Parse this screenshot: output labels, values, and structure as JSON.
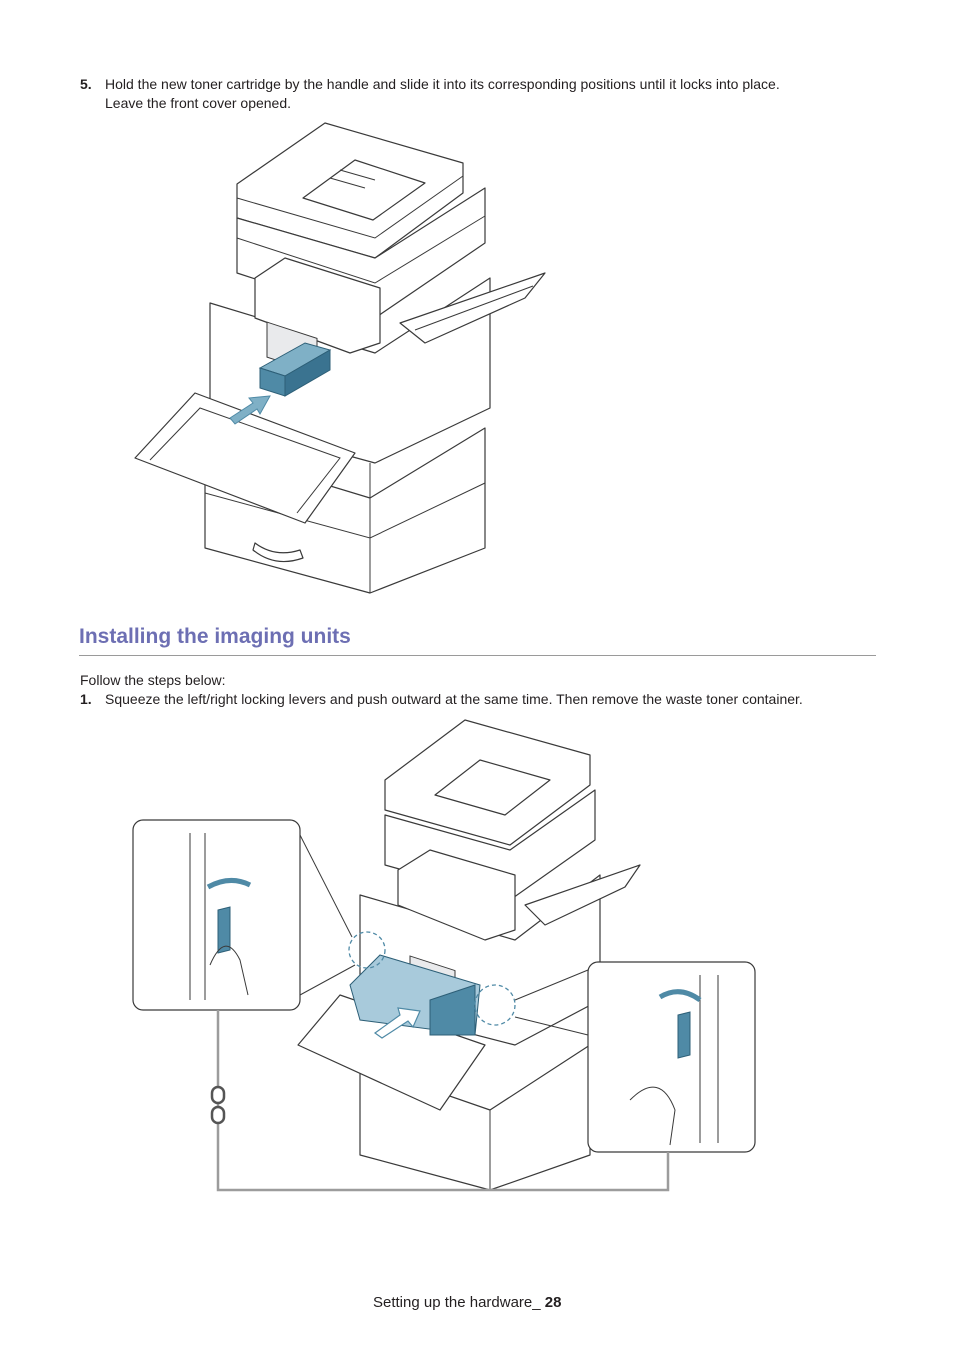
{
  "steps_top": [
    {
      "number": "5.",
      "lines": [
        "Hold the new toner cartridge by the handle and slide it into its corresponding positions until it locks into place.",
        "Leave the front cover opened."
      ]
    }
  ],
  "section": {
    "title": "Installing the imaging units",
    "intro": "Follow the steps below:",
    "steps": [
      {
        "number": "1.",
        "text": "Squeeze the left/right locking levers and push outward at the same time. Then remove the waste toner container."
      }
    ]
  },
  "figures": {
    "fig1_icon": "printer-toner-install-illustration",
    "fig2_icon": "printer-waste-toner-removal-illustration",
    "accent_color": "#4f8aa6"
  },
  "footer": {
    "label": "Setting up the hardware_",
    "page": "28"
  }
}
